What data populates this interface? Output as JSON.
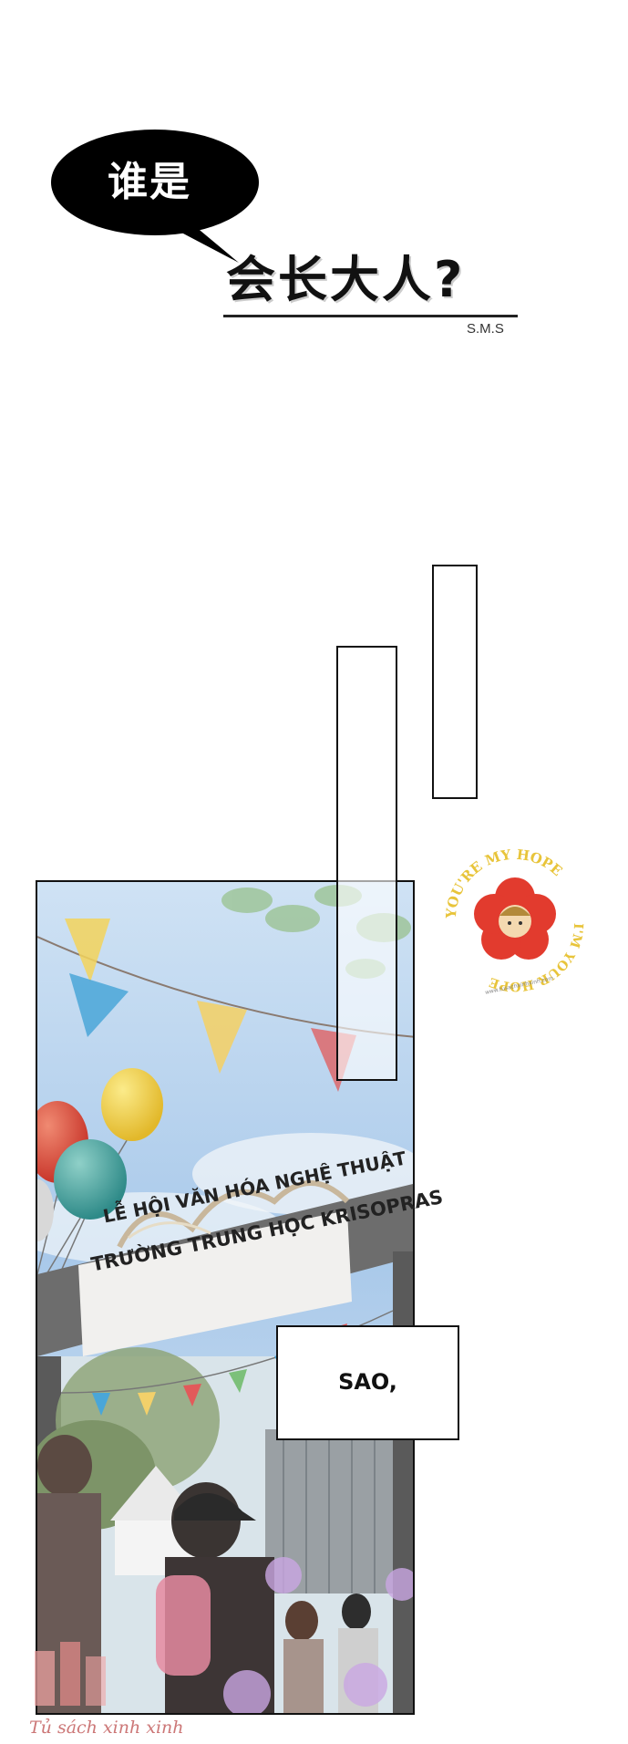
{
  "title": {
    "bubble_text": "谁是",
    "main": "会长大人?",
    "sub": "S.M.S"
  },
  "banner": {
    "line1": "LỄ HỘI VĂN HÓA NGHỆ THUẬT",
    "line2": "TRƯỜNG TRUNG HỌC KRISOPRAS"
  },
  "speech": {
    "text": "SAO,"
  },
  "watermark": {
    "stamp_top": "YOU'RE MY HOPE",
    "stamp_bottom": "I'M YOUR HOPE",
    "stamp_url": "www.tusachxinhxinh.com",
    "site_text": "Tủ sách xinh xinh"
  },
  "colors": {
    "sky": "#bcd6ee",
    "balloon_red": "#d94a3a",
    "balloon_yellow": "#f2d33a",
    "balloon_teal": "#3aa0a0",
    "stamp_red": "#e23b2e",
    "stamp_yellow": "#e8c43a"
  }
}
